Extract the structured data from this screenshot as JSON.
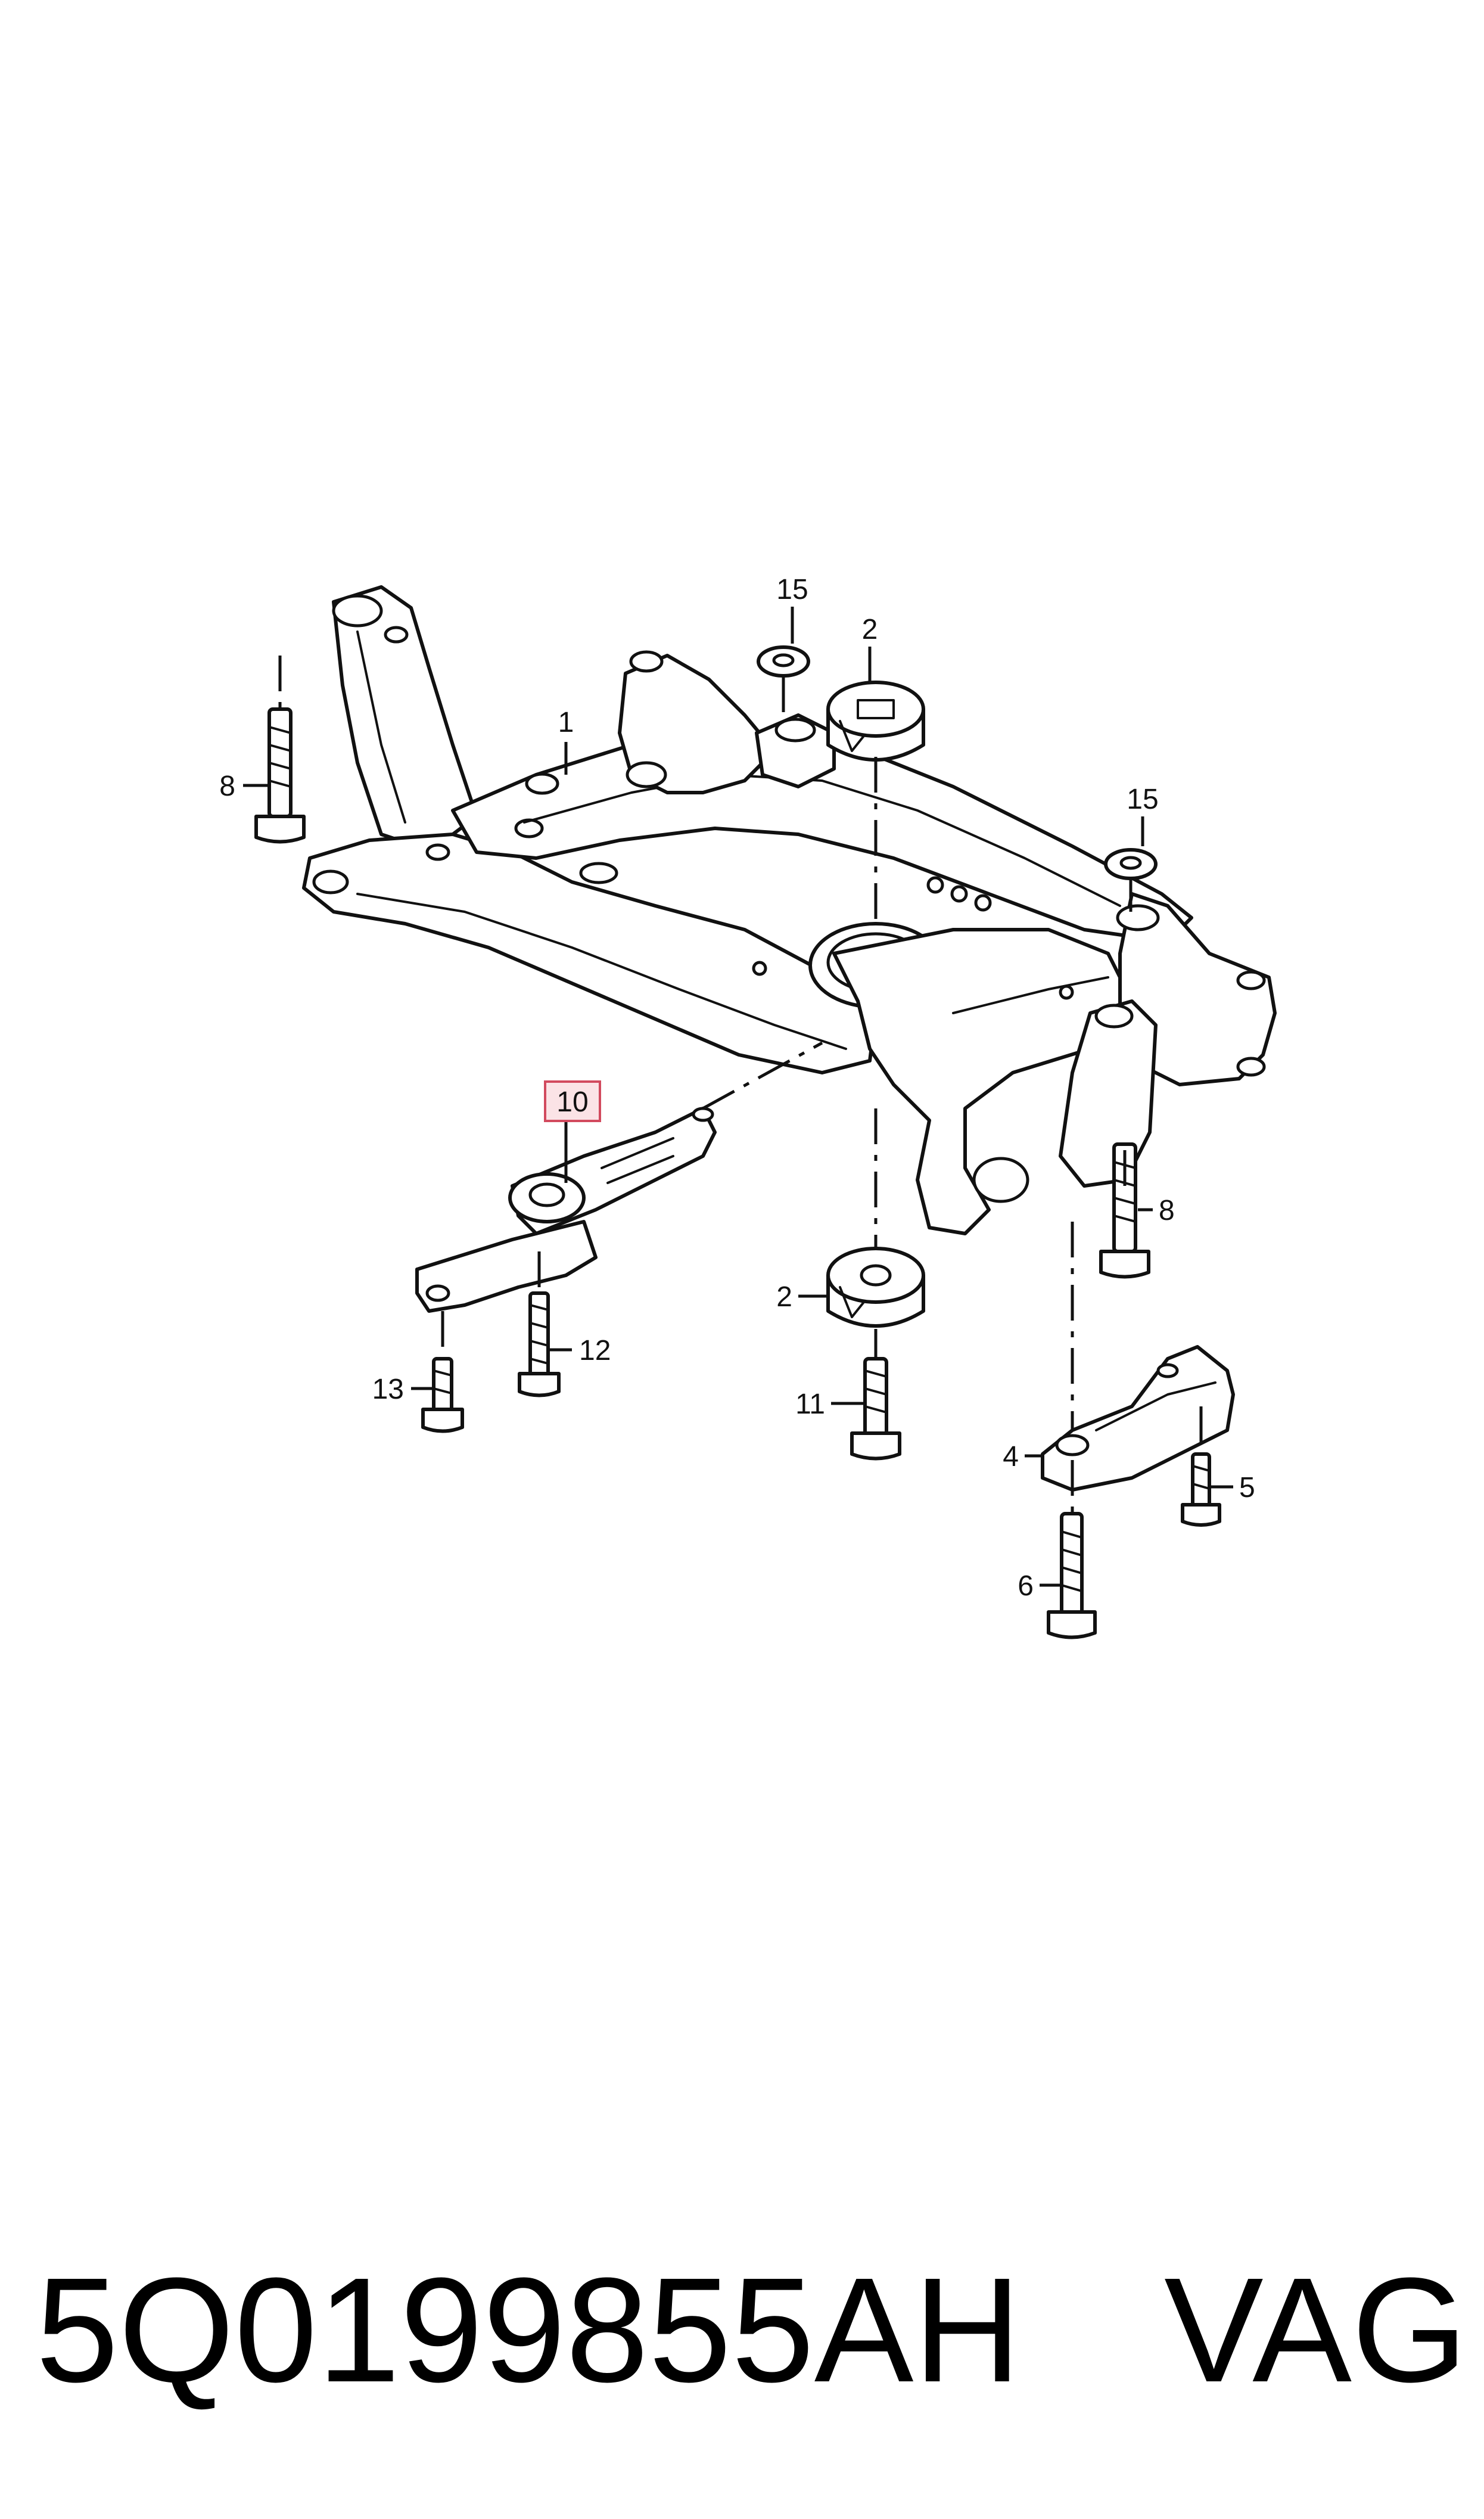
{
  "callouts": {
    "c1": "1",
    "c2a": "2",
    "c2b": "2",
    "c4": "4",
    "c5": "5",
    "c6": "6",
    "c8a": "8",
    "c8b": "8",
    "c10": "10",
    "c11": "11",
    "c12": "12",
    "c13": "13",
    "c15a": "15",
    "c15b": "15"
  },
  "highlighted_callout": "10",
  "colors": {
    "highlight_fill": "#fbe3e6",
    "highlight_stroke": "#d24a5e",
    "line": "#111111"
  },
  "footer": {
    "part_number": "5Q0199855AH",
    "brand": "VAG"
  }
}
